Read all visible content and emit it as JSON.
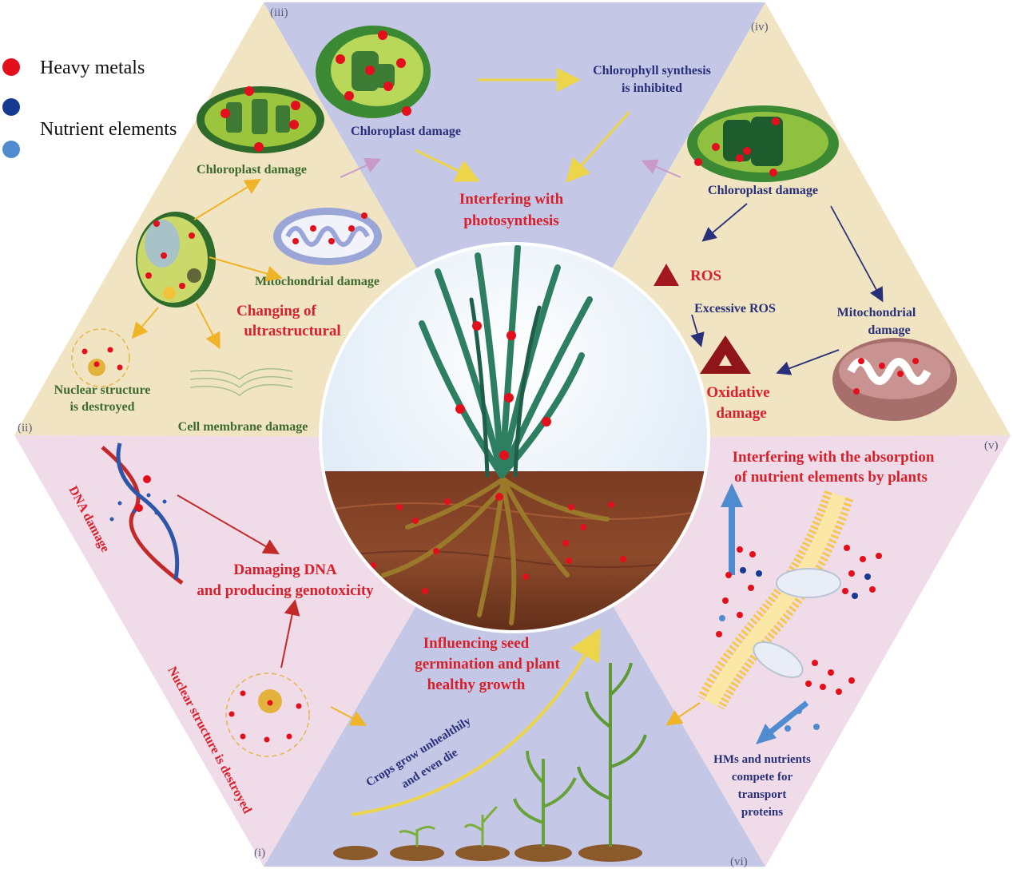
{
  "legend": {
    "heavy_metals": "Heavy metals",
    "nutrient_elements": "Nutrient elements"
  },
  "colors": {
    "heavy_metal": "#e30f1c",
    "nutrient_dark": "#163a8f",
    "nutrient_light": "#4e8ccf",
    "tan_panel": "#f1e4c2",
    "lavender_panel": "#c4c8e6",
    "pink_panel": "#f0dbe8",
    "red_text": "#d7202b",
    "navy_text": "#28307a",
    "green_text": "#3d6b2c"
  },
  "panels": {
    "i": {
      "numeral": "(i)",
      "rotated_label": "Nuclear structure is destroyed",
      "center_label": [
        "Influencing seed",
        "germination and plant",
        "healthy growth"
      ],
      "curve_label": [
        "Crops grow unhealthily",
        "and even die"
      ]
    },
    "ii": {
      "numeral": "(ii)",
      "chloroplast": "Chloroplast damage",
      "mitochondria": "Mitochondrial damage",
      "title": [
        "Changing of",
        "ultrastructural"
      ],
      "nuclear": [
        "Nuclear structure",
        "is destroyed"
      ],
      "membrane": "Cell membrane damage"
    },
    "iii": {
      "numeral": "(iii)",
      "chloroplast": "Chloroplast damage",
      "synthesis": [
        "Chlorophyll synthesis",
        "is inhibited"
      ],
      "title": [
        "Interfering with",
        "photosynthesis"
      ]
    },
    "iv": {
      "numeral": "(iv)",
      "chloroplast": "Chloroplast damage",
      "ros": "ROS",
      "excessive": "Excessive ROS",
      "mito": [
        "Mitochondrial",
        "damage"
      ],
      "oxidative": [
        "Oxidative",
        "damage"
      ]
    },
    "v": {
      "numeral": "(v)",
      "title": [
        "Interfering with the absorption",
        "of nutrient elements by plants"
      ],
      "compete": [
        "HMs and nutrients",
        "compete for",
        "transport",
        "proteins"
      ]
    },
    "vi": {
      "numeral": "(vi)"
    },
    "dna": {
      "rotated_label": "DNA damage",
      "title": [
        "Damaging DNA",
        "and producing genotoxicity"
      ]
    }
  }
}
